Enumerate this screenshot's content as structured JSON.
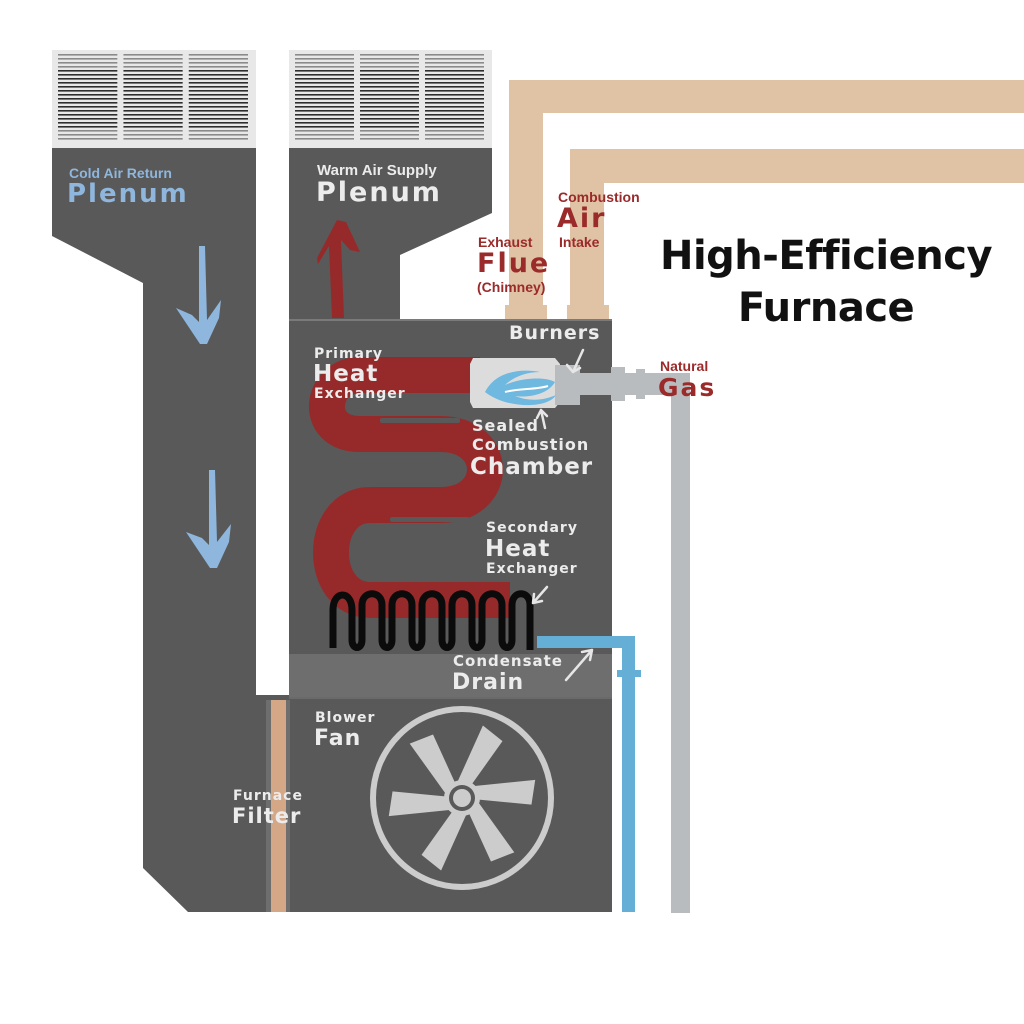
{
  "title": {
    "line1": "High-Efficiency",
    "line2": "Furnace"
  },
  "labels": {
    "cold_air_return": {
      "small": "Cold Air Return",
      "big": "Plenum"
    },
    "warm_air_supply": {
      "small": "Warm Air Supply",
      "big": "Plenum"
    },
    "exhaust_flue": {
      "small": "Exhaust",
      "big": "Flue",
      "note": "(Chimney)"
    },
    "combustion_air": {
      "small": "Combustion",
      "big": "Air",
      "note": "Intake"
    },
    "burners": {
      "big": "Burners"
    },
    "natural_gas": {
      "small": "Natural",
      "big": "Gas"
    },
    "primary_heat_exchanger": {
      "small": "Primary",
      "big": "Heat",
      "note": "Exchanger"
    },
    "sealed_combustion_chamber": {
      "small1": "Sealed",
      "small2": "Combustion",
      "big": "Chamber"
    },
    "secondary_heat_exchanger": {
      "small": "Secondary",
      "big": "Heat",
      "note": "Exchanger"
    },
    "condensate_drain": {
      "small": "Condensate",
      "big": "Drain"
    },
    "blower_fan": {
      "small": "Blower",
      "big": "Fan"
    },
    "furnace_filter": {
      "small": "Furnace",
      "big": "Filter"
    }
  },
  "colors": {
    "cabinet": "#595959",
    "drain_tray": "#6e6e6e",
    "cold_air": "#8fb6dc",
    "hot": "#962a2a",
    "vent_pipe": "#e0c3a4",
    "gas_pipe": "#b9bcbe",
    "condensate_pipe": "#65afd6",
    "flame": "#6fb8e0",
    "grille": "#e6e6e6",
    "label_red": "#9b2a2a",
    "label_white": "#ececec",
    "filter": "#d4a787"
  }
}
